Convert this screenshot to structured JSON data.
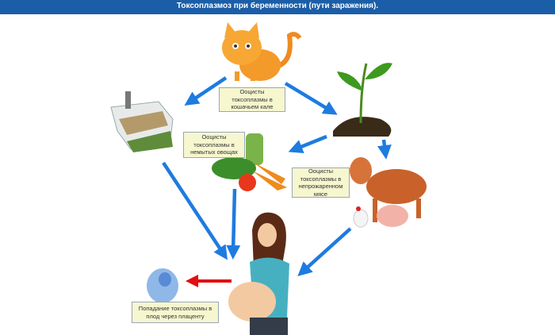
{
  "title": "Токсоплазмоз при беременности (пути заражения).",
  "labels": {
    "cat_feces": "Ооцисты токсоплазмы в кошачьем кале",
    "vegetables": "Ооцисты токсоплазмы в немытых овощах",
    "meat": "Ооцисты токсоплазмы в непрожаренном мясе",
    "placenta": "Попадание токсоплазмы в плод через плаценту"
  },
  "colors": {
    "title_bar": "#1b5ea8",
    "arrow": "#1e7be0",
    "placenta_arrow": "#e01010",
    "label_bg": "#f6f6cf"
  }
}
